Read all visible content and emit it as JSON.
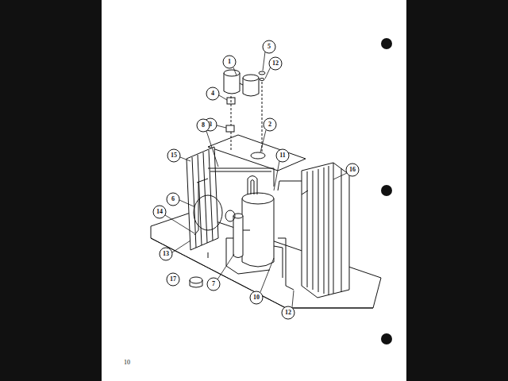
{
  "diagram": {
    "labels": [
      "1",
      "5",
      "12",
      "4",
      "3",
      "2",
      "8",
      "15",
      "11",
      "16",
      "6",
      "14",
      "13",
      "17",
      "7",
      "10",
      "12",
      "10"
    ]
  }
}
